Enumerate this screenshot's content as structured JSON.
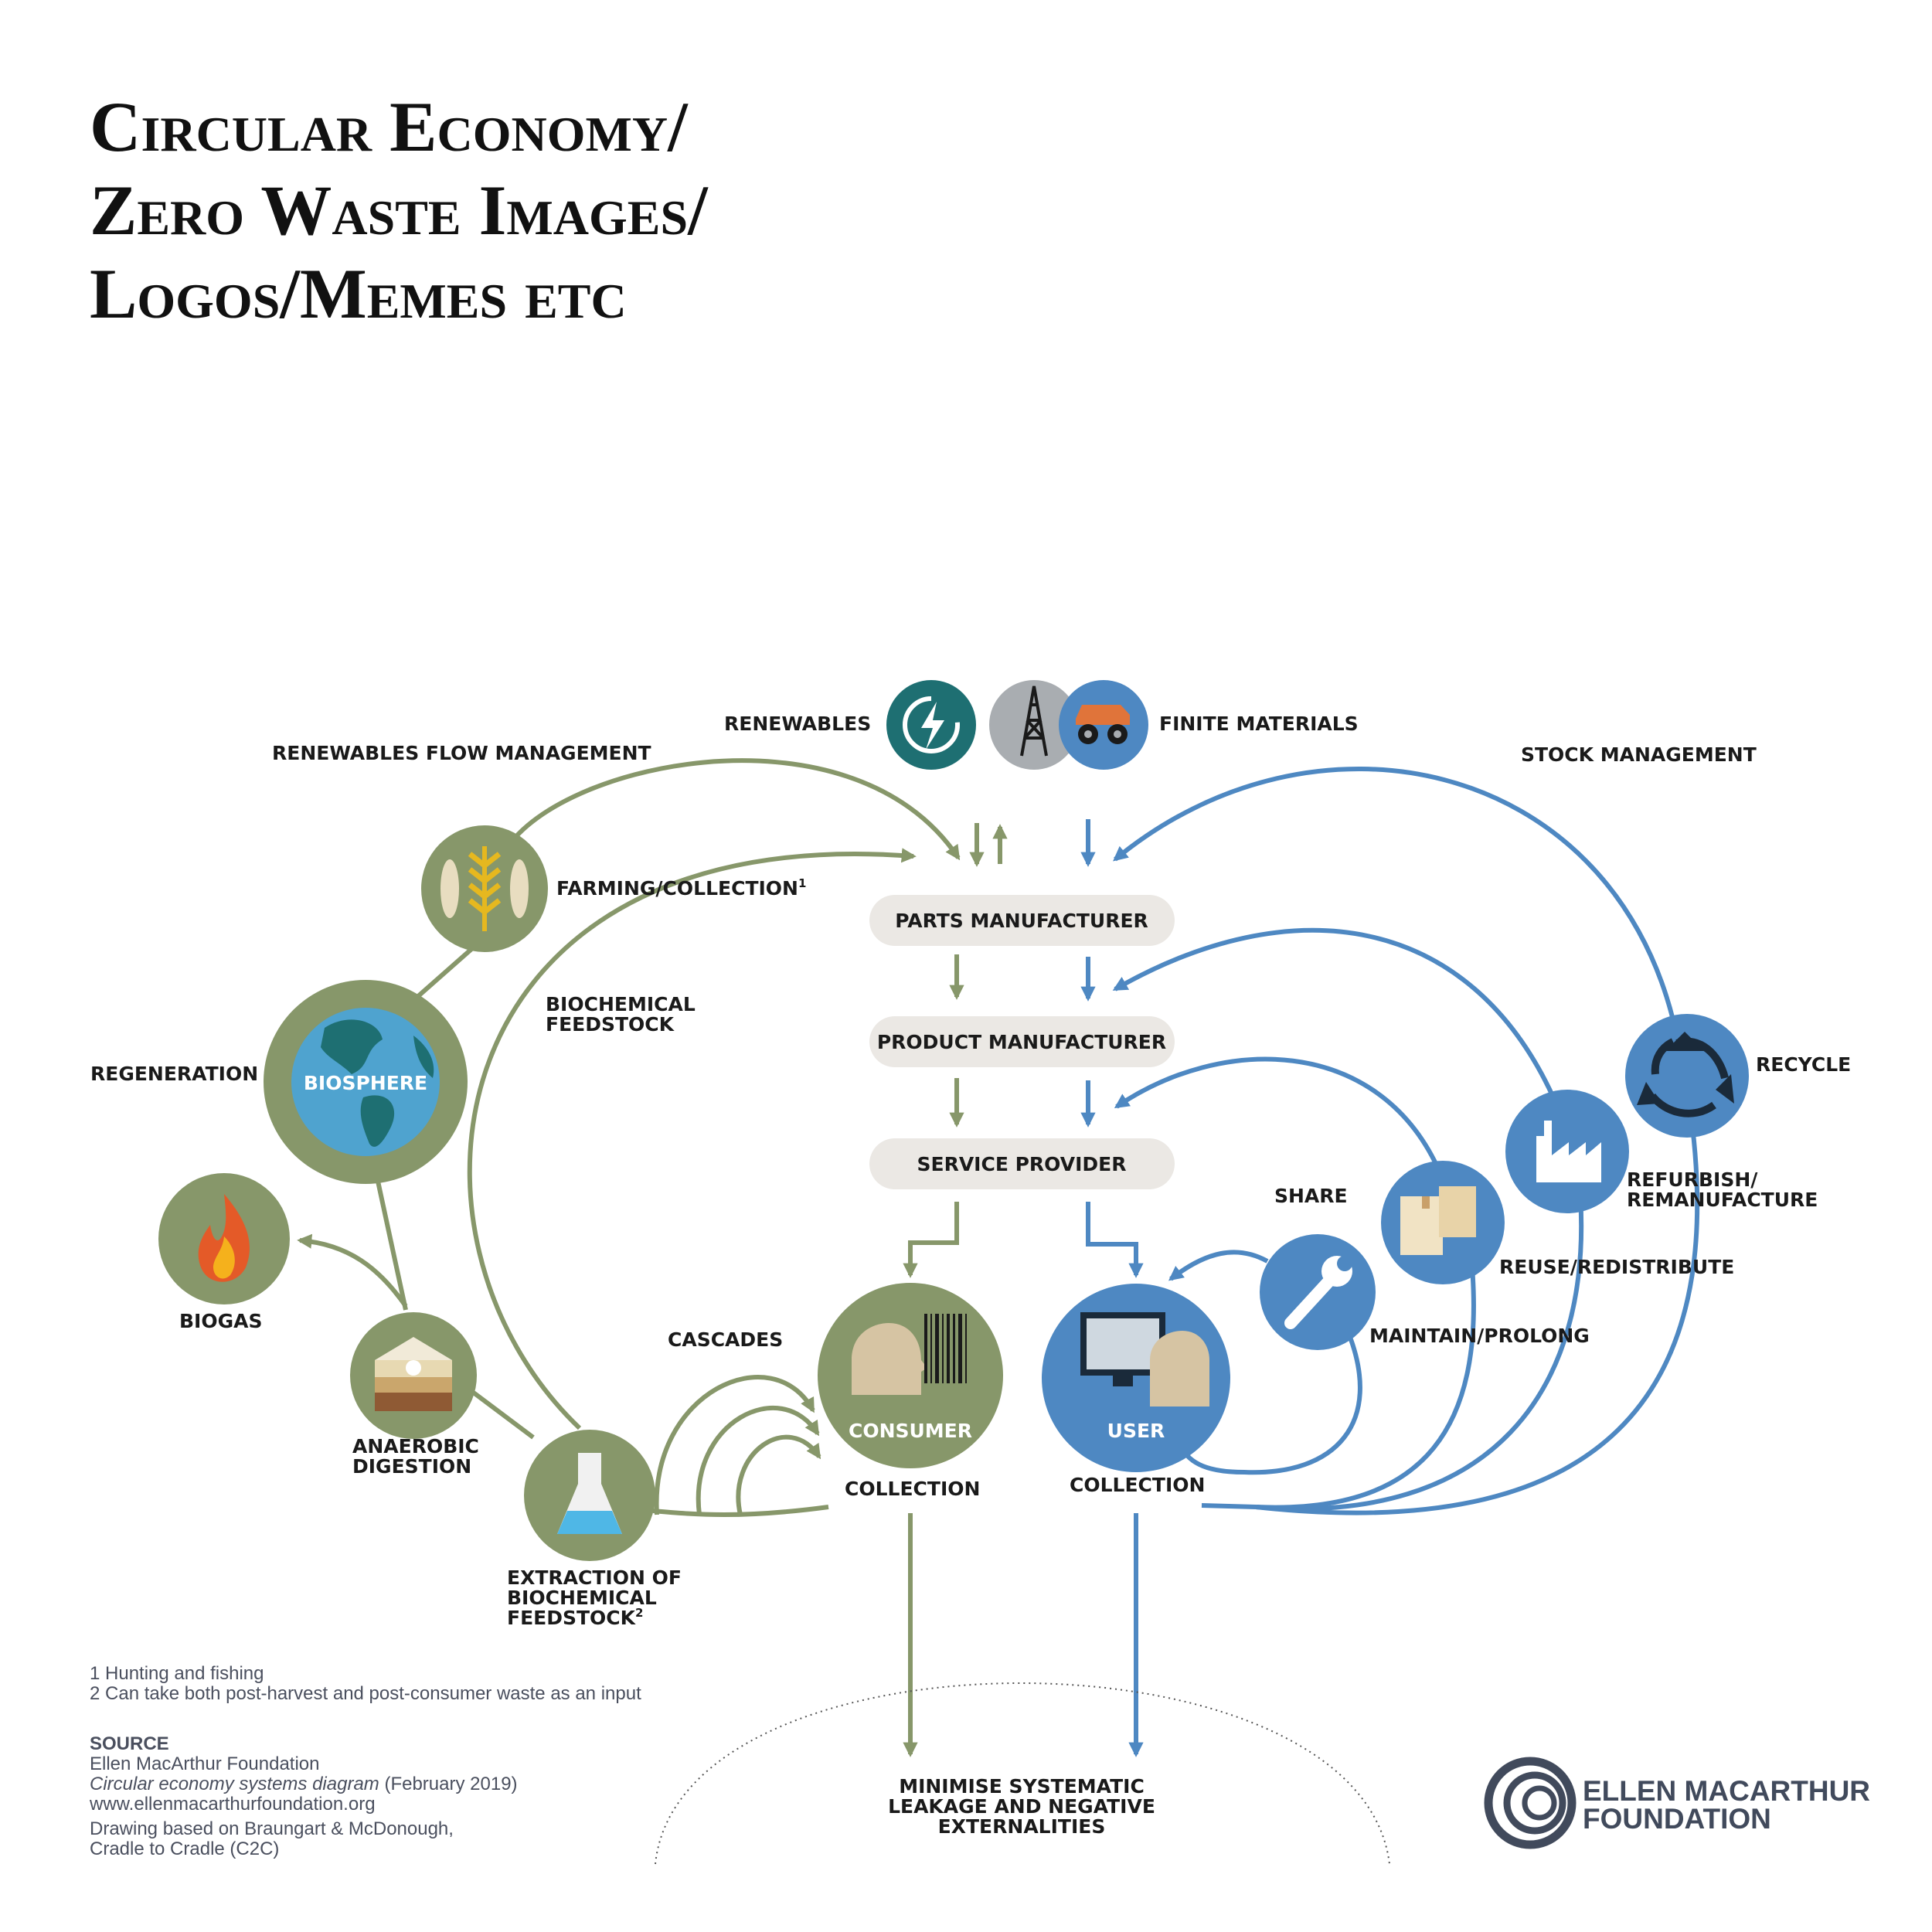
{
  "title": {
    "line1": "Circular Economy/",
    "line2": "Zero Waste Images/",
    "line3": "Logos/Memes etc"
  },
  "colors": {
    "green": "#87976a",
    "blue": "#4e88c2",
    "teal": "#1e6f72",
    "pill": "#ebe8e4",
    "text": "#1a1a1a"
  },
  "diagram": {
    "top": {
      "renewables": "RENEWABLES",
      "finite_materials": "FINITE MATERIALS",
      "renewables_flow_management": "RENEWABLES FLOW MANAGEMENT",
      "stock_management": "STOCK MANAGEMENT"
    },
    "chain": {
      "parts_manufacturer": "PARTS MANUFACTURER",
      "product_manufacturer": "PRODUCT MANUFACTURER",
      "service_provider": "SERVICE PROVIDER"
    },
    "biological": {
      "farming_collection": "FARMING/COLLECTION",
      "farming_footnote_mark": "1",
      "biochemical_feedstock_line1": "BIOCHEMICAL",
      "biochemical_feedstock_line2": "FEEDSTOCK",
      "regeneration": "REGENERATION",
      "biosphere": "BIOSPHERE",
      "biogas": "BIOGAS",
      "anaerobic_line1": "ANAEROBIC",
      "anaerobic_line2": "DIGESTION",
      "extraction_line1": "EXTRACTION OF",
      "extraction_line2": "BIOCHEMICAL",
      "extraction_line3": "FEEDSTOCK",
      "extraction_footnote_mark": "2",
      "cascades": "CASCADES",
      "consumer": "CONSUMER",
      "collection": "COLLECTION"
    },
    "technical": {
      "recycle": "RECYCLE",
      "refurbish_line1": "REFURBISH/",
      "refurbish_line2": "REMANUFACTURE",
      "share": "SHARE",
      "reuse_redistribute": "REUSE/REDISTRIBUTE",
      "maintain_prolong": "MAINTAIN/PROLONG",
      "user": "USER",
      "collection": "COLLECTION"
    },
    "leakage": {
      "line1": "MINIMISE SYSTEMATIC",
      "line2": "LEAKAGE AND NEGATIVE",
      "line3": "EXTERNALITIES"
    }
  },
  "footnotes": {
    "note1": "1 Hunting and fishing",
    "note2": "2 Can take both post-harvest and post-consumer waste as an input",
    "source_heading": "SOURCE",
    "source_org": "Ellen MacArthur Foundation",
    "source_title": "Circular economy systems diagram",
    "source_date": " (February 2019)",
    "source_url": "www.ellenmacarthurfoundation.org",
    "drawing_line1": "Drawing based on Braungart & McDonough,",
    "drawing_line2": "Cradle to Cradle (C2C)"
  },
  "logo": {
    "line1": "ELLEN MACARTHUR",
    "line2": "FOUNDATION",
    "icon": "concentric-rings-logo"
  },
  "icons": [
    "lightning-renew-icon",
    "oil-rig-icon",
    "mining-truck-icon",
    "fish-wheat-icon",
    "globe-icon",
    "flame-icon",
    "soil-layers-icon",
    "flask-icon",
    "barcode-head-icon",
    "computer-user-icon",
    "wrench-icon",
    "boxes-icon",
    "factory-icon",
    "recycle-icon"
  ]
}
